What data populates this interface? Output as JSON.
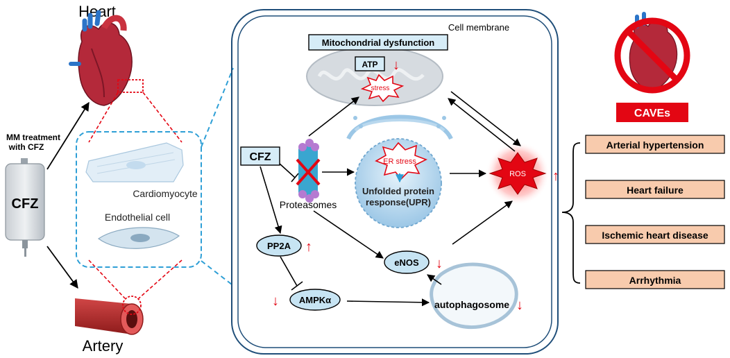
{
  "labels": {
    "heart": "Heart",
    "artery": "Artery",
    "mm_treatment_line1": "MM treatment",
    "mm_treatment_line2": "with CFZ",
    "bag_cfz": "CFZ",
    "cardiomyocyte": "Cardiomyocyte",
    "endothelial": "Endothelial cell",
    "cell_membrane": "Cell membrane",
    "mito": "Mitochondrial dysfunction",
    "atp": "ATP",
    "stress": "stress",
    "cfz": "CFZ",
    "proteasomes": "Proteasomes",
    "er_stress": "ER stress",
    "upr_line1": "Unfolded protein",
    "upr_line2": "response(UPR)",
    "ros": "ROS",
    "pp2a": "PP2A",
    "ampk": "AMPKα",
    "enos": "eNOS",
    "autophagosome": "autophagosome",
    "caves": "CAVEs"
  },
  "outcomes": [
    "Arterial hypertension",
    "Heart failure",
    "Ischemic heart disease",
    "Arrhythmia"
  ],
  "colors": {
    "accent_red": "#e30613",
    "outcome_fill": "#f8cbad",
    "label_fill": "#d6ecf7",
    "membrane": "#1f4e79",
    "dashed_blue": "#2e9fd6"
  }
}
